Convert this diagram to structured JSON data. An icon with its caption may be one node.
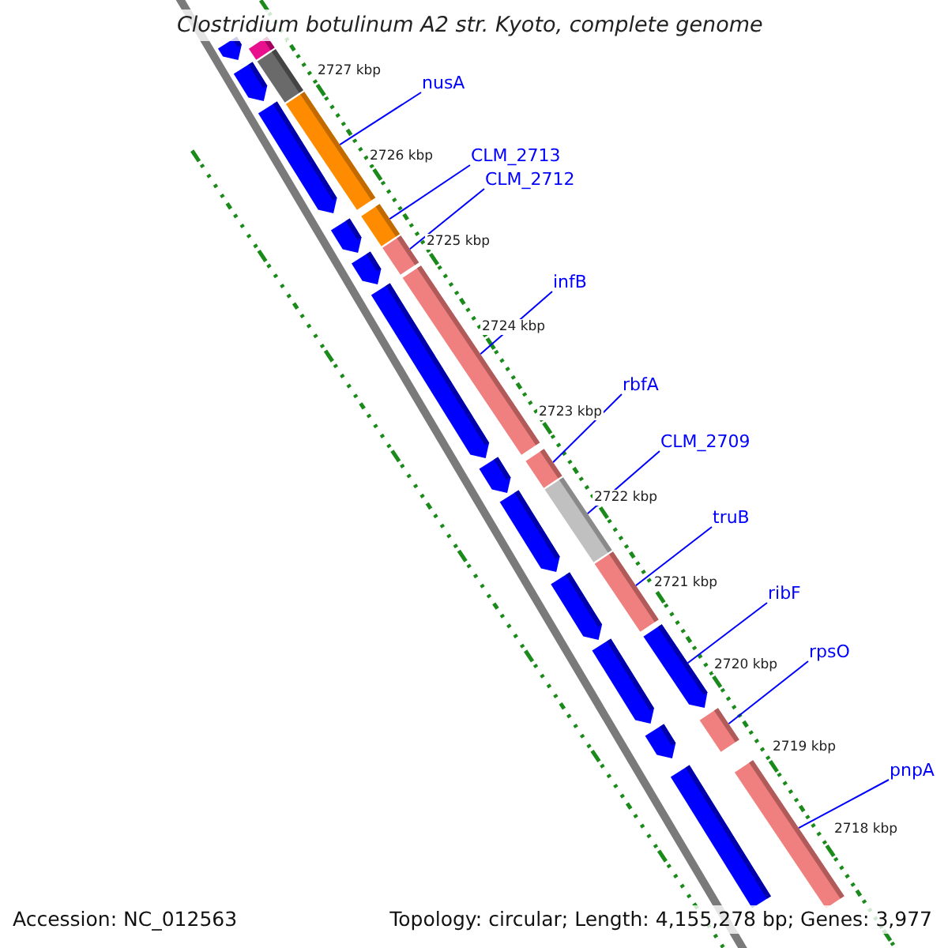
{
  "diagram": {
    "title": "Clostridium botulinum A2 str. Kyoto, complete genome",
    "nodes": [
      {
        "text": [
          "nusA"
        ]
      },
      {
        "text": [
          "CLM_2713"
        ]
      },
      {
        "text": [
          "CLM_2712"
        ]
      },
      {
        "text": [
          "infB"
        ]
      },
      {
        "text": [
          "rbfA"
        ]
      },
      {
        "text": [
          "CLM_2709"
        ]
      },
      {
        "text": [
          "truB"
        ]
      },
      {
        "text": [
          "ribF"
        ]
      },
      {
        "text": [
          "rpsO"
        ]
      },
      {
        "text": [
          "pnpA"
        ]
      },
      {
        "text": [],
        "shape": "bar"
      },
      {
        "text": [],
        "shape": "bar"
      },
      {
        "text": [],
        "shape": "bar"
      },
      {
        "text": [],
        "shape": "bar"
      },
      {
        "text": [],
        "shape": "bar"
      },
      {
        "text": [],
        "shape": "bar"
      },
      {
        "text": [],
        "shape": "bar"
      },
      {
        "text": [],
        "shape": "bar"
      },
      {
        "text": [],
        "shape": "bar"
      },
      {
        "text": [],
        "shape": "bar"
      },
      {
        "text": [],
        "shape": "bar"
      },
      {
        "text": [],
        "shape": "bar"
      },
      {
        "text": [],
        "shape": "bar"
      },
      {
        "text": [],
        "shape": "bar"
      },
      {
        "text": [],
        "shape": "bar"
      },
      {
        "text": [],
        "shape": "bar"
      },
      {
        "text": [],
        "shape": "bar"
      },
      {
        "text": [],
        "shape": "bar"
      },
      {
        "text": [],
        "shape": "bar"
      },
      {
        "text": [],
        "shape": "bar"
      },
      {
        "text": [],
        "shape": "bar"
      },
      {
        "text": [],
        "shape": "bar"
      },
      {
        "text": [],
        "shape": "bar"
      },
      {
        "text": [],
        "shape": "bar"
      }
    ],
    "edges": [
      {
        "from": 0,
        "to": 10,
        "arrow": "none"
      },
      {
        "from": 1,
        "to": 11,
        "arrow": "none"
      },
      {
        "from": 2,
        "to": 12,
        "arrow": "none"
      },
      {
        "from": 3,
        "to": 13,
        "arrow": "none"
      },
      {
        "from": 4,
        "to": 14,
        "arrow": "none"
      },
      {
        "from": 5,
        "to": 15,
        "arrow": "none"
      },
      {
        "from": 6,
        "to": 16,
        "arrow": "none"
      },
      {
        "from": 7,
        "to": 17,
        "arrow": "none"
      },
      {
        "from": 8,
        "to": 18,
        "arrow": "none"
      },
      {
        "from": 9,
        "to": 19,
        "arrow": "none"
      }
    ],
    "labels": [
      "2727 kbp",
      "2726 kbp",
      "2725 kbp",
      "2724 kbp",
      "2723 kbp",
      "2722 kbp",
      "2721 kbp",
      "2720 kbp",
      "2719 kbp",
      "2718 kbp",
      "Accession: NC_012563",
      "Topology: circular; Length: 4,155,278 bp; Genes: 3,977"
    ]
  }
}
